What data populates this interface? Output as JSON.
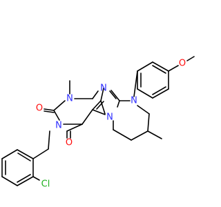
{
  "molecule": {
    "atoms": [
      {
        "id": "o_methoxy",
        "text": "O",
        "color": "#ff0d0d"
      },
      {
        "id": "n_aryl",
        "text": "N",
        "color": "#2e2eff"
      },
      {
        "id": "n_imidazole",
        "text": "N",
        "color": "#2e2eff"
      },
      {
        "id": "n_methyl",
        "text": "N",
        "color": "#2e2eff"
      },
      {
        "id": "o_upper",
        "text": "O",
        "color": "#ff0d0d"
      },
      {
        "id": "n_imide",
        "text": "N",
        "color": "#2e2eff"
      },
      {
        "id": "n_fused",
        "text": "N",
        "color": "#2e2eff"
      },
      {
        "id": "o_lower",
        "text": "O",
        "color": "#ff0d0d"
      },
      {
        "id": "cl",
        "text": "Cl",
        "color": "#1fb01f"
      }
    ]
  }
}
